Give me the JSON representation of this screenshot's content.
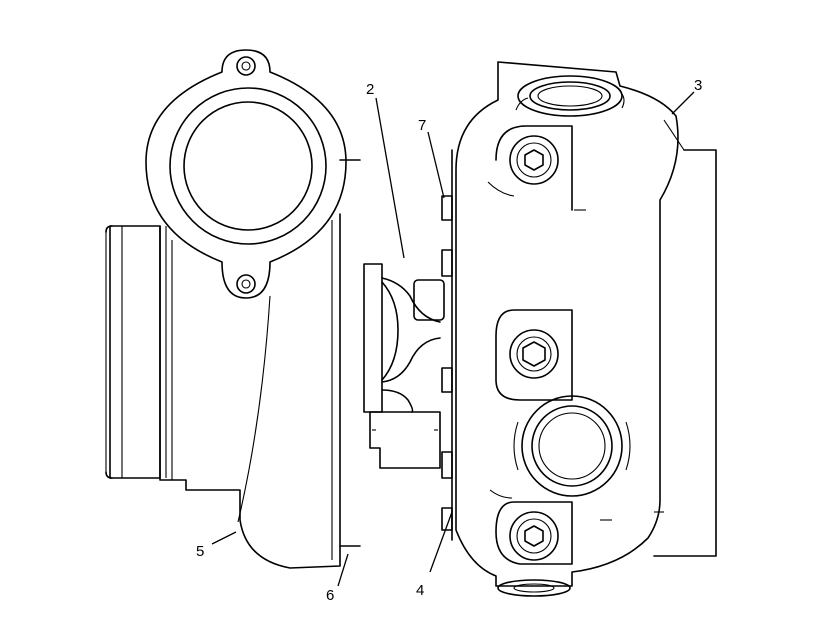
{
  "diagram": {
    "callouts": [
      {
        "id": "c2",
        "text": "2"
      },
      {
        "id": "c3",
        "text": "3"
      },
      {
        "id": "c4",
        "text": "4"
      },
      {
        "id": "c5",
        "text": "5"
      },
      {
        "id": "c6",
        "text": "6"
      },
      {
        "id": "c7",
        "text": "7"
      }
    ]
  }
}
